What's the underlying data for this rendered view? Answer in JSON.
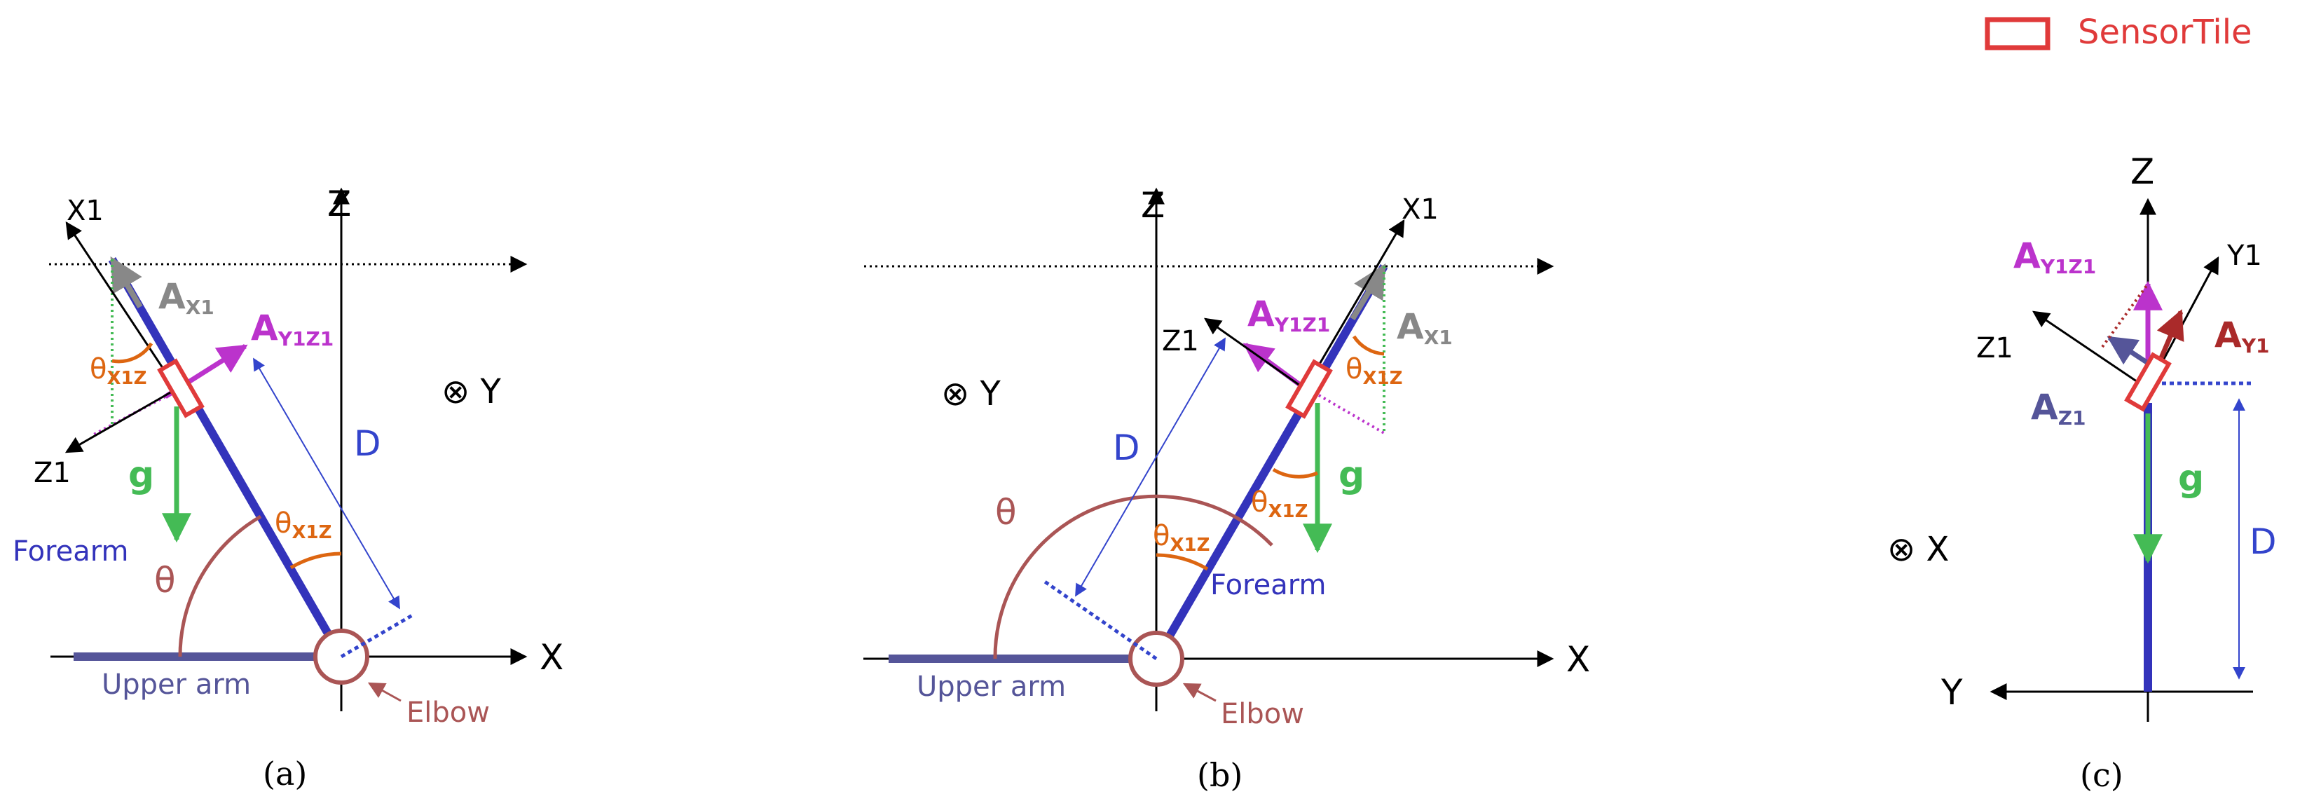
{
  "legend": {
    "label": "SensorTile"
  },
  "panels": [
    {
      "caption": "(a)",
      "axes": {
        "x": "X",
        "z": "Z",
        "y": "⊗ Y",
        "x1": "X1",
        "z1": "Z1"
      },
      "labels": {
        "ax1_main": "A",
        "ax1_sub": "X1",
        "ay1z1_main": "A",
        "ay1z1_sub": "Y1Z1",
        "theta_x1z_main": "θ",
        "theta_x1z_sub": "X1Z",
        "g": "g",
        "d": "D",
        "theta": "θ",
        "forearm": "Forearm",
        "upper_arm": "Upper arm",
        "elbow": "Elbow"
      }
    },
    {
      "caption": "(b)",
      "axes": {
        "x": "X",
        "z": "Z",
        "y": "⊗ Y",
        "x1": "X1",
        "z1": "Z1"
      },
      "labels": {
        "ax1_main": "A",
        "ax1_sub": "X1",
        "ay1z1_main": "A",
        "ay1z1_sub": "Y1Z1",
        "theta_x1z_main": "θ",
        "theta_x1z_sub": "X1Z",
        "g": "g",
        "d": "D",
        "theta": "θ",
        "forearm": "Forearm",
        "upper_arm": "Upper arm",
        "elbow": "Elbow"
      }
    },
    {
      "caption": "(c)",
      "axes": {
        "y": "Y",
        "z": "Z",
        "x": "⊗ X",
        "y1": "Y1",
        "z1": "Z1"
      },
      "labels": {
        "ay1z1_main": "A",
        "ay1z1_sub": "Y1Z1",
        "ay1_main": "A",
        "ay1_sub": "Y1",
        "az1_main": "A",
        "az1_sub": "Z1",
        "g": "g",
        "d": "D"
      }
    }
  ],
  "colors": {
    "sensor": "#e03a3a",
    "forearm": "#3333bb",
    "upper_arm": "#555599",
    "elbow": "#aa5555",
    "gravity": "#44bb55",
    "projection": "#bb33cc",
    "ax1": "#888888",
    "angle": "#dd6611",
    "d": "#3344cc",
    "ay1": "#aa2a2a",
    "az1": "#555599"
  }
}
